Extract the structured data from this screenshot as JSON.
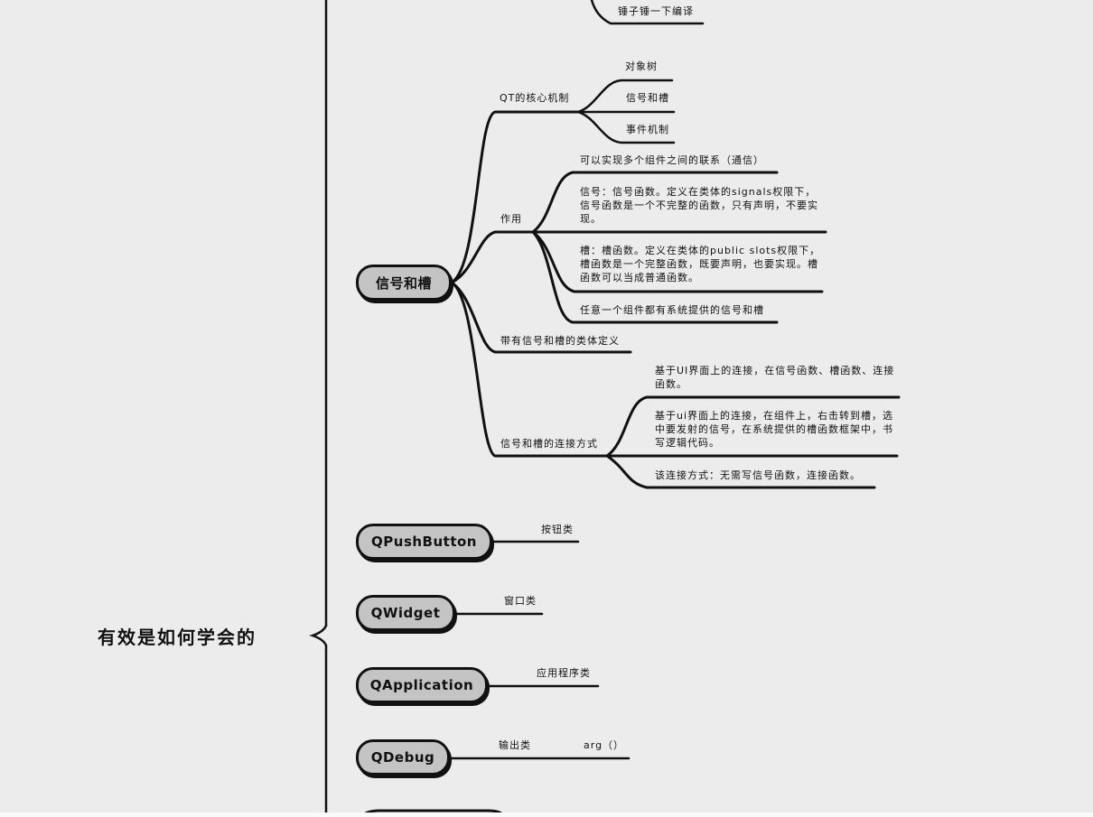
{
  "root": {
    "label": "有效是如何学会的"
  },
  "top_leaf": "锤子锤一下编译",
  "signals_slots": {
    "label": "信号和槽",
    "children": {
      "core": {
        "label": "QT的核心机制",
        "items": [
          "对象树",
          "信号和槽",
          "事件机制"
        ]
      },
      "role": {
        "label": "作用",
        "items": [
          "可以实现多个组件之间的联系（通信）",
          "信号：信号函数。定义在类体的signals权限下，信号函数是一个不完整的函数，只有声明，不要实现。",
          "槽：槽函数。定义在类体的public slots权限下，槽函数是一个完整函数，既要声明，也要实现。槽函数可以当成普通函数。",
          "任意一个组件都有系统提供的信号和槽"
        ]
      },
      "class_def": {
        "label": "带有信号和槽的类体定义"
      },
      "connect": {
        "label": "信号和槽的连接方式",
        "items": [
          "基于UI界面上的连接，在信号函数、槽函数、连接函数。",
          "基于ui界面上的连接，在组件上，右击转到槽，选中要发射的信号，在系统提供的槽函数框架中，书写逻辑代码。",
          "该连接方式：无需写信号函数，连接函数。"
        ]
      }
    }
  },
  "classes": [
    {
      "label": "QPushButton",
      "desc": "按钮类"
    },
    {
      "label": "QWidget",
      "desc": "窗口类"
    },
    {
      "label": "QApplication",
      "desc": "应用程序类"
    },
    {
      "label": "QDebug",
      "desc": "输出类",
      "extra": "arg（）"
    }
  ]
}
